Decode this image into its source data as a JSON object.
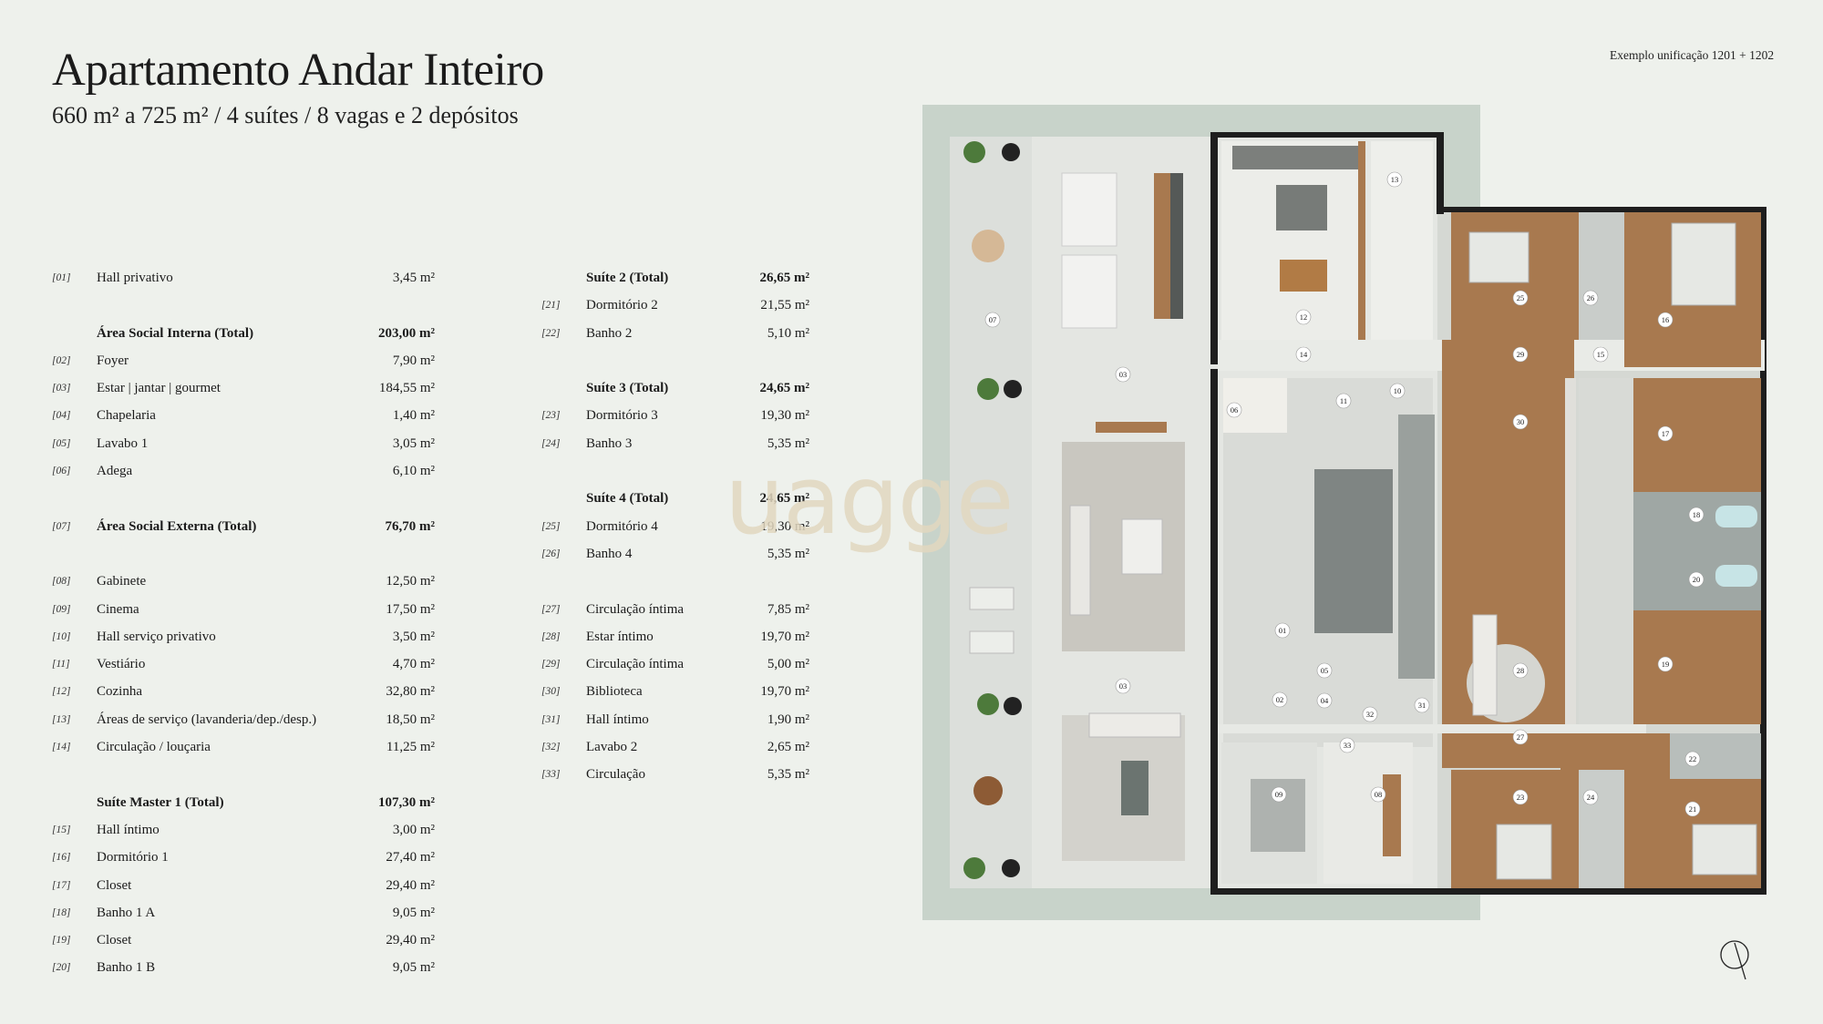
{
  "header": {
    "title": "Apartamento Andar Inteiro",
    "subtitle": "660 m² a 725 m² / 4 suítes / 8 vagas e 2 depósitos",
    "example": "Exemplo unificação 1201 + 1202"
  },
  "watermark": "uagge",
  "left_rows": [
    {
      "num": "[01]",
      "label": "Hall privativo",
      "area": "3,45 m²"
    },
    {
      "gap": true
    },
    {
      "num": "",
      "label": "Área Social Interna (Total)",
      "area": "203,00 m²",
      "total": true
    },
    {
      "num": "[02]",
      "label": "Foyer",
      "area": "7,90 m²"
    },
    {
      "num": "[03]",
      "label": "Estar | jantar | gourmet",
      "area": "184,55 m²"
    },
    {
      "num": "[04]",
      "label": "Chapelaria",
      "area": "1,40 m²"
    },
    {
      "num": "[05]",
      "label": "Lavabo 1",
      "area": "3,05 m²"
    },
    {
      "num": "[06]",
      "label": "Adega",
      "area": "6,10 m²"
    },
    {
      "gap": true
    },
    {
      "num": "[07]",
      "label": "Área Social Externa (Total)",
      "area": "76,70 m²",
      "total": true
    },
    {
      "gap": true
    },
    {
      "num": "[08]",
      "label": "Gabinete",
      "area": "12,50 m²"
    },
    {
      "num": "[09]",
      "label": "Cinema",
      "area": "17,50 m²"
    },
    {
      "num": "[10]",
      "label": "Hall serviço privativo",
      "area": "3,50 m²"
    },
    {
      "num": "[11]",
      "label": "Vestiário",
      "area": "4,70 m²"
    },
    {
      "num": "[12]",
      "label": "Cozinha",
      "area": "32,80 m²"
    },
    {
      "num": "[13]",
      "label": "Áreas de serviço (lavanderia/dep./desp.)",
      "area": "18,50 m²"
    },
    {
      "num": "[14]",
      "label": "Circulação / louçaria",
      "area": "11,25 m²"
    },
    {
      "gap": true
    },
    {
      "num": "",
      "label": "Suíte Master 1 (Total)",
      "area": "107,30 m²",
      "total": true
    },
    {
      "num": "[15]",
      "label": "Hall íntimo",
      "area": "3,00 m²"
    },
    {
      "num": "[16]",
      "label": "Dormitório 1",
      "area": "27,40 m²"
    },
    {
      "num": "[17]",
      "label": "Closet",
      "area": "29,40 m²"
    },
    {
      "num": "[18]",
      "label": "Banho 1 A",
      "area": "9,05 m²"
    },
    {
      "num": "[19]",
      "label": "Closet",
      "area": "29,40 m²"
    },
    {
      "num": "[20]",
      "label": "Banho 1 B",
      "area": "9,05 m²"
    }
  ],
  "mid_rows": [
    {
      "num": "",
      "label": "Suíte 2 (Total)",
      "area": "26,65 m²",
      "total": true
    },
    {
      "num": "[21]",
      "label": "Dormitório 2",
      "area": "21,55 m²"
    },
    {
      "num": "[22]",
      "label": "Banho 2",
      "area": "5,10 m²"
    },
    {
      "gap": true
    },
    {
      "num": "",
      "label": "Suíte 3 (Total)",
      "area": "24,65 m²",
      "total": true
    },
    {
      "num": "[23]",
      "label": "Dormitório 3",
      "area": "19,30 m²"
    },
    {
      "num": "[24]",
      "label": "Banho 3",
      "area": "5,35 m²"
    },
    {
      "gap": true
    },
    {
      "num": "",
      "label": "Suíte 4 (Total)",
      "area": "24,65 m²",
      "total": true
    },
    {
      "num": "[25]",
      "label": "Dormitório 4",
      "area": "19,30 m²"
    },
    {
      "num": "[26]",
      "label": "Banho 4",
      "area": "5,35 m²"
    },
    {
      "gap": true
    },
    {
      "num": "[27]",
      "label": "Circulação íntima",
      "area": "7,85 m²"
    },
    {
      "num": "[28]",
      "label": "Estar íntimo",
      "area": "19,70 m²"
    },
    {
      "num": "[29]",
      "label": "Circulação íntima",
      "area": "5,00 m²"
    },
    {
      "num": "[30]",
      "label": "Biblioteca",
      "area": "19,70 m²"
    },
    {
      "num": "[31]",
      "label": "Hall íntimo",
      "area": "1,90 m²"
    },
    {
      "num": "[32]",
      "label": "Lavabo 2",
      "area": "2,65 m²"
    },
    {
      "num": "[33]",
      "label": "Circulação",
      "area": "5,35 m²"
    }
  ],
  "plan_labels": [
    "01",
    "02",
    "03",
    "03",
    "04",
    "05",
    "06",
    "07",
    "08",
    "09",
    "10",
    "11",
    "12",
    "13",
    "14",
    "15",
    "16",
    "17",
    "18",
    "19",
    "20",
    "21",
    "22",
    "23",
    "24",
    "25",
    "26",
    "27",
    "28",
    "29",
    "30",
    "31",
    "32",
    "33"
  ],
  "colors": {
    "wood": "#a8794f",
    "floor": "#e6e8e4",
    "wall": "#1e1e1e",
    "terrace": "#c8d3ca",
    "rug": "#c9c7c0"
  }
}
